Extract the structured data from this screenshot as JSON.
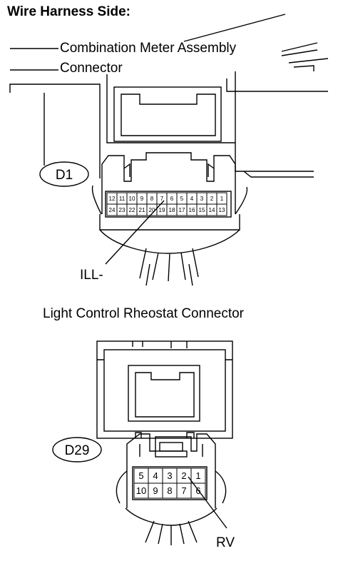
{
  "heading": "Wire Harness Side:",
  "connector1": {
    "title_line1": "Combination Meter Assembly",
    "title_line2": "Connector",
    "code": "D1",
    "pins_top": [
      "12",
      "11",
      "10",
      "9",
      "8",
      "7",
      "6",
      "5",
      "4",
      "3",
      "2",
      "1"
    ],
    "pins_bottom": [
      "24",
      "23",
      "22",
      "21",
      "20",
      "19",
      "18",
      "17",
      "16",
      "15",
      "14",
      "13"
    ],
    "terminal_label": "ILL-"
  },
  "connector2": {
    "title": "Light Control Rheostat Connector",
    "code": "D29",
    "pins_top": [
      "5",
      "4",
      "3",
      "2",
      "1"
    ],
    "pins_bottom": [
      "10",
      "9",
      "8",
      "7",
      "6"
    ],
    "terminal_label": "RV"
  }
}
